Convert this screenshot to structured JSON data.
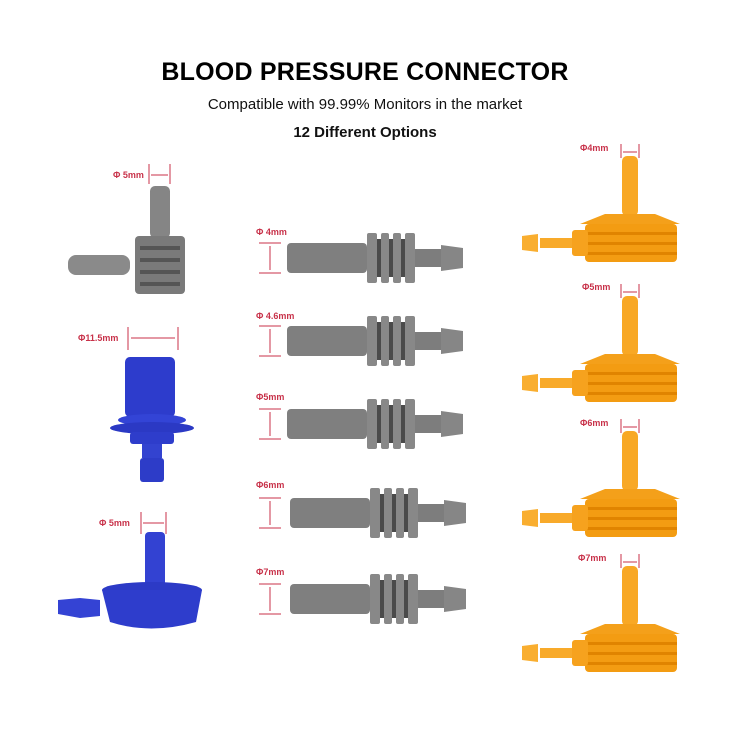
{
  "header": {
    "title": "BLOOD PRESSURE CONNECTOR",
    "subtitle": "Compatible with 99.99% Monitors in the market",
    "options_label": "12 Different Options"
  },
  "colors": {
    "gray": "#7d7d7d",
    "blue": "#2f3fd0",
    "orange": "#f7a21a",
    "dimension": "#c8324a"
  },
  "products": {
    "left": [
      {
        "label": "Φ 5mm",
        "color": "gray",
        "type": "elbow-ribbed"
      },
      {
        "label": "Φ11.5mm",
        "color": "blue",
        "type": "flanged-straight"
      },
      {
        "label": "Φ 5mm",
        "color": "blue",
        "type": "elbow-cap"
      }
    ],
    "middle": [
      {
        "label": "Φ 4mm",
        "color": "gray",
        "type": "straight-ribbed"
      },
      {
        "label": "Φ 4.6mm",
        "color": "gray",
        "type": "straight-ribbed"
      },
      {
        "label": "Φ5mm",
        "color": "gray",
        "type": "straight-ribbed"
      },
      {
        "label": "Φ6mm",
        "color": "gray",
        "type": "straight-ribbed"
      },
      {
        "label": "Φ7mm",
        "color": "gray",
        "type": "straight-ribbed"
      }
    ],
    "right": [
      {
        "label": "Φ4mm",
        "color": "orange",
        "type": "elbow-threaded"
      },
      {
        "label": "Φ5mm",
        "color": "orange",
        "type": "elbow-threaded"
      },
      {
        "label": "Φ6mm",
        "color": "orange",
        "type": "elbow-threaded"
      },
      {
        "label": "Φ7mm",
        "color": "orange",
        "type": "elbow-threaded"
      }
    ]
  }
}
